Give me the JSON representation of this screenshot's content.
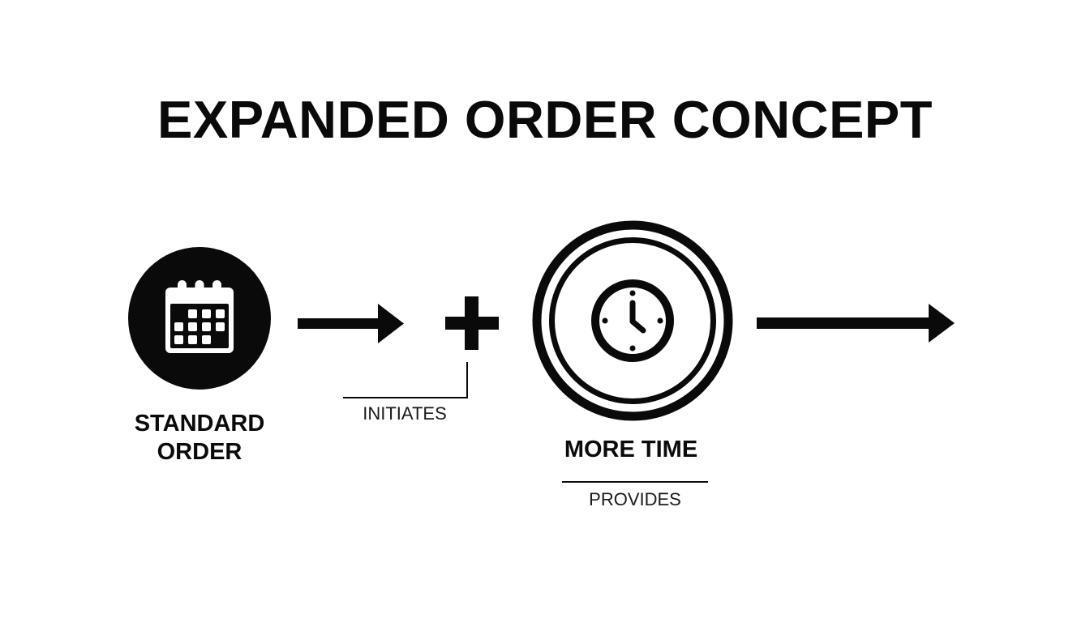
{
  "title": "EXPANDED ORDER CONCEPT",
  "nodes": [
    {
      "id": "standard-order",
      "icon": "calendar-icon",
      "label_line1": "STANDARD",
      "label_line2": "ORDER"
    },
    {
      "id": "more-time",
      "icon": "clock-icon",
      "label": "MORE TIME",
      "sublabel": "PROVIDES"
    }
  ],
  "connectors": [
    {
      "id": "arrow-1",
      "icon": "arrow-right-icon"
    },
    {
      "id": "plus",
      "icon": "plus-icon",
      "annotation": "INITIATES"
    },
    {
      "id": "arrow-2",
      "icon": "arrow-right-icon"
    }
  ],
  "colors": {
    "foreground": "#0a0a0a",
    "background": "#ffffff",
    "icon_fill": "#ffffff"
  }
}
